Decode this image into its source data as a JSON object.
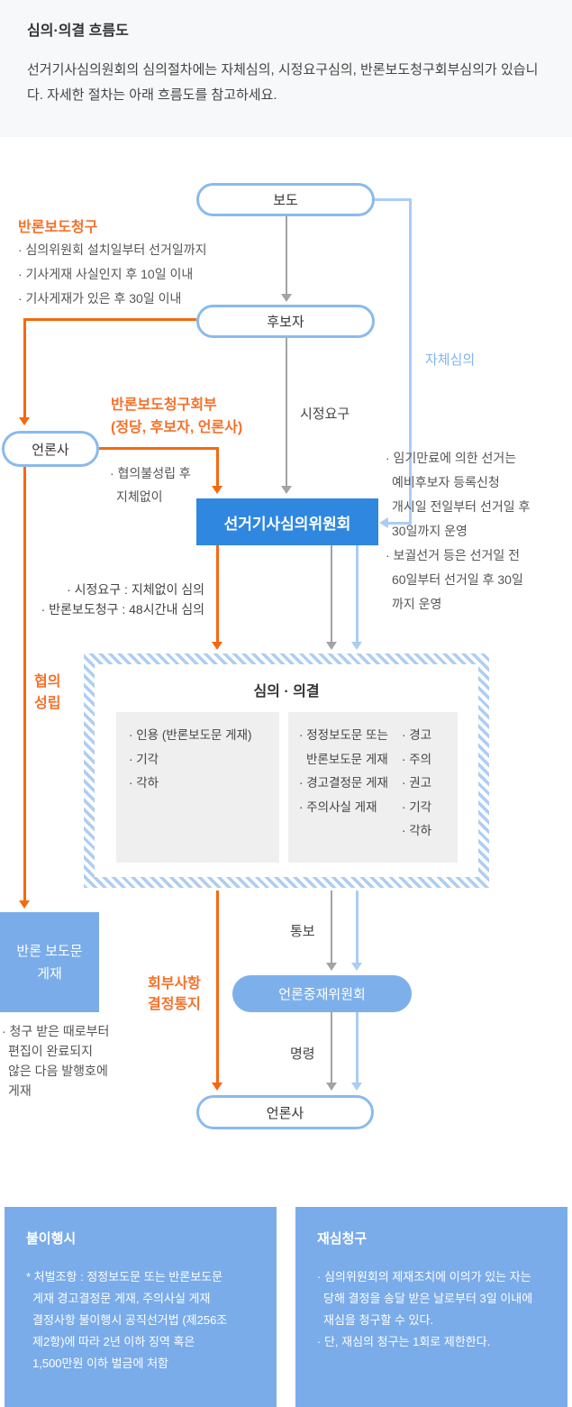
{
  "header": {
    "title": "심의·의결 흐름도",
    "description": "선거기사심의원회의 심의절차에는 자체심의, 시정요구심의, 반론보도청구회부심의가 있습니다. 자세한 절차는 아래 흐름도를 참고하세요."
  },
  "flow": {
    "nodes": {
      "report": "보도",
      "candidate": "후보자",
      "press_left": "언론사",
      "committee": "선거기사심의위원회",
      "deliberation_title": "심의 · 의결",
      "reply_box_line1": "반론 보도문",
      "reply_box_line2": "게재",
      "arbitration": "언론중재위원회",
      "press_bottom": "언론사"
    },
    "labels": {
      "reply_request_title": "반론보도청구",
      "reply_request_bullets": [
        "· 심의위원회 설치일부터 선거일까지",
        "· 기사게재 사실인지 후 10일 이내",
        "· 기사게재가 있은 후 30일 이내"
      ],
      "self_review": "자체심의",
      "correction_request": "시정요구",
      "referral_line1": "반론보도청구회부",
      "referral_line2": "(정당, 후보자, 언론사)",
      "no_agreement_line1": "· 협의불성립 후",
      "no_agreement_line2": "지체없이",
      "operation_bullets": [
        "· 임기만료에 의한 선거는",
        "예비후보자 등록신청",
        "개시일 전일부터 선거일 후",
        "30일까지 운영",
        "· 보궐선거 등은 선거일 전",
        "60일부터 선거일 후 30일",
        "까지 운영"
      ],
      "review_notes": [
        "· 시정요구 : 지체없이 심의",
        "· 반론보도청구 : 48시간내 심의"
      ],
      "agreement_line1": "협의",
      "agreement_line2": "성립",
      "notify": "통보",
      "order": "명령",
      "referral_decision_line1": "회부사항",
      "referral_decision_line2": "결정통지",
      "reply_publish_bullets": [
        "· 청구 받은 때로부터",
        "편집이 완료되지",
        "않은 다음 발행호에",
        "게재"
      ]
    },
    "panels": {
      "left_items": [
        "· 인용 (반론보도문 게재)",
        "· 기각",
        "· 각하"
      ],
      "right_col1": [
        "· 정정보도문 또는",
        "반론보도문 게재",
        "· 경고결정문 게재",
        "· 주의사실 게재"
      ],
      "right_col2": [
        "· 경고",
        "· 주의",
        "· 권고",
        "· 기각",
        "· 각하"
      ]
    }
  },
  "footer": {
    "noncompliance": {
      "title": "불이행시",
      "lines": [
        "* 처벌조항 : 정정보도문 또는 반론보도문",
        "게재 경고결정문 게재, 주의사실 게재",
        "결정사항 불이행시 공직선거법 (제256조",
        "제2항)에 따라 2년 이하 징역 혹은",
        "1,500만원 이하 벌금에 처함"
      ]
    },
    "retrial": {
      "title": "재심청구",
      "lines": [
        "· 심의위원회의 제재조치에 이의가 있는 자는",
        "당해 결정을 송달 받은 날로부터 3일 이내에",
        "재심을 청구할 수 있다.",
        "· 단, 재심의 청구는 1회로 제한한다."
      ]
    }
  },
  "colors": {
    "accent_orange": "#f4690f",
    "strong_blue": "#2f87e0",
    "pill_border_blue": "#8abaed",
    "light_blue_line": "#a9cdf4",
    "light_blue_fill": "#7aacea",
    "gray_line": "#a3a3a3",
    "header_bg": "#f7f8f9",
    "panel_bg": "#efefef"
  }
}
